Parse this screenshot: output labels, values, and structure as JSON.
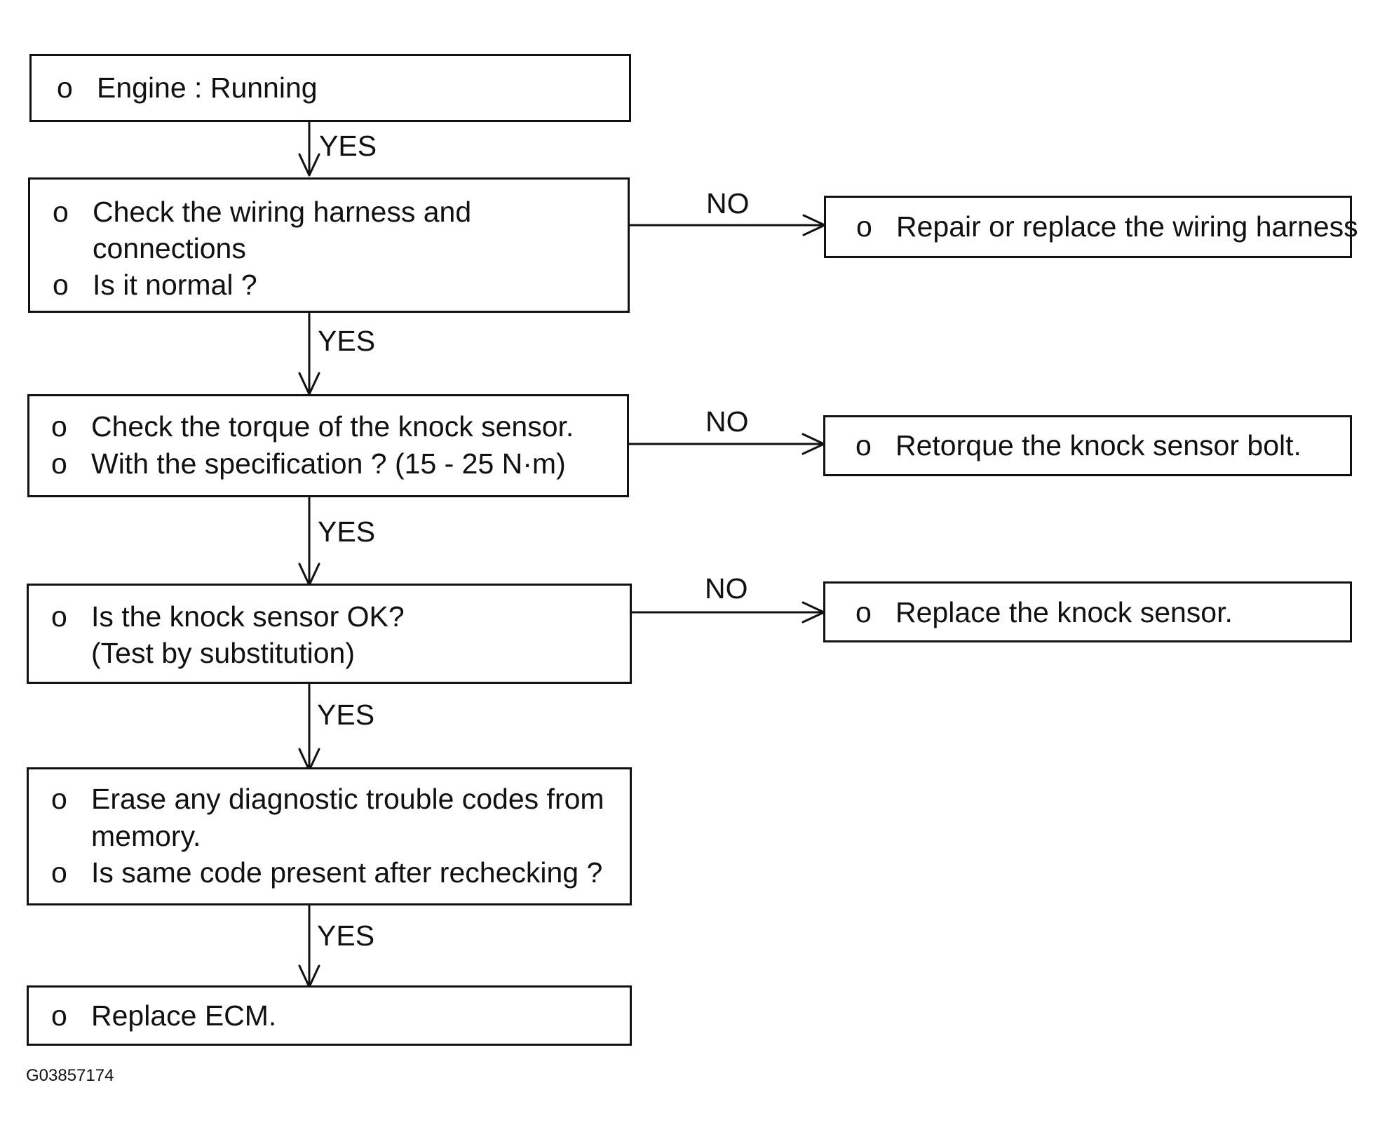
{
  "flowchart": {
    "bullet_glyph": "o",
    "steps": [
      {
        "lines": [
          "Engine : Running"
        ]
      },
      {
        "lines": [
          "Check the wiring harness and",
          "connections",
          "Is it normal ?"
        ]
      },
      {
        "lines": [
          "Check the torque of the knock sensor.",
          "With the specification ? (15 - 25 N·m)"
        ]
      },
      {
        "lines": [
          "Is the knock sensor OK?",
          "(Test by substitution)"
        ]
      },
      {
        "lines": [
          "Erase any diagnostic trouble codes from",
          "memory.",
          "Is same code present after rechecking ?"
        ]
      },
      {
        "lines": [
          "Replace ECM."
        ]
      }
    ],
    "yes_labels": [
      "YES",
      "YES",
      "YES",
      "YES",
      "YES"
    ],
    "no_actions": [
      {
        "branch_label": "NO",
        "text": "Repair or replace the wiring harness"
      },
      {
        "branch_label": "NO",
        "text": "Retorque the knock sensor bolt."
      },
      {
        "branch_label": "NO",
        "text": "Replace the knock sensor."
      }
    ]
  },
  "figure_code": "G03857174"
}
